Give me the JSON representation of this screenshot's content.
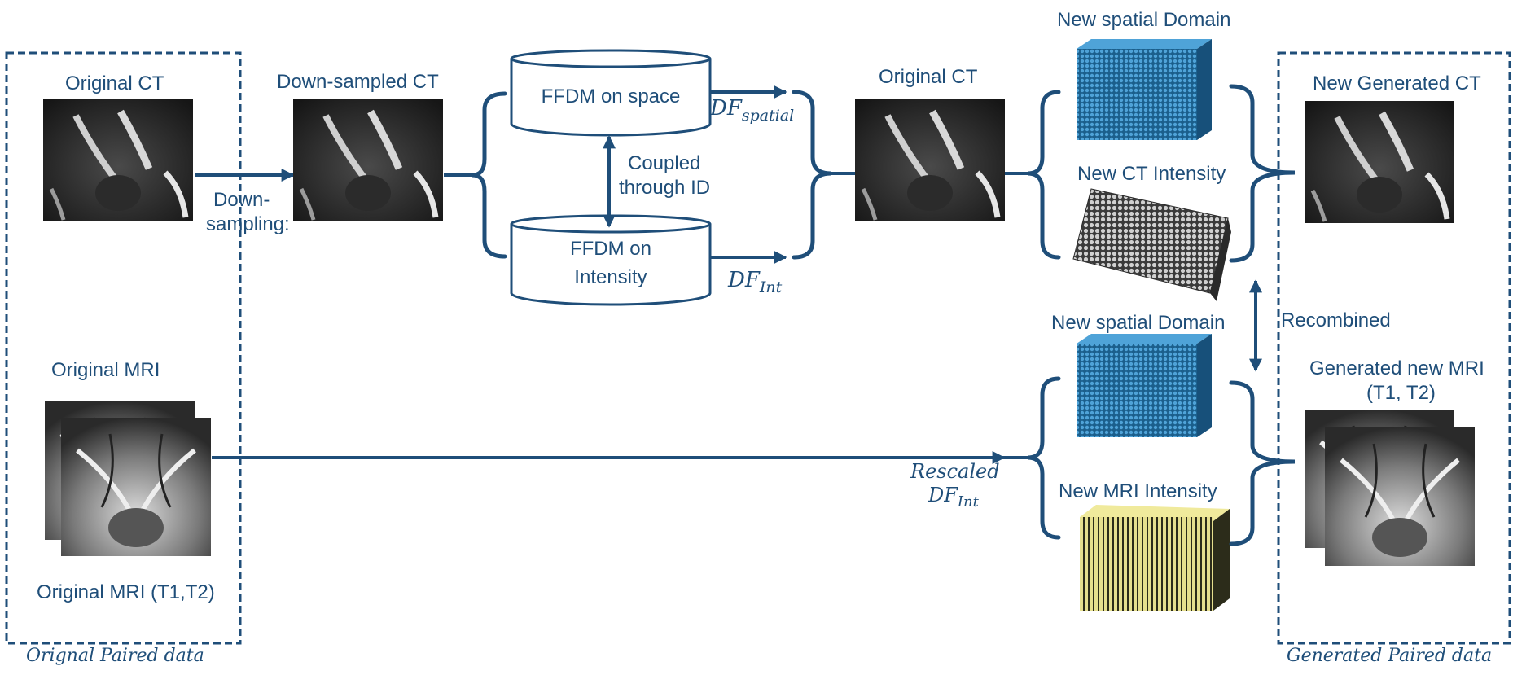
{
  "left_panel": {
    "caption": "Orignal Paired data",
    "original_ct_label": "Original CT",
    "original_mri_label": "Original MRI",
    "original_mri_t1t2_label": "Original MRI (T1,T2)"
  },
  "downsample": {
    "arrow_label_line1": "Down-",
    "arrow_label_line2": "sampling:",
    "downsampled_ct_label": "Down-sampled CT"
  },
  "ffdm": {
    "space_label": "FFDM on space",
    "intensity_label_line1": "FFDM on",
    "intensity_label_line2": "Intensity",
    "coupled_line1": "Coupled",
    "coupled_line2": "through ID",
    "df_spatial_base": "DF",
    "df_spatial_sub": "spatial",
    "df_int_base": "DF",
    "df_int_sub": "Int"
  },
  "middle": {
    "original_ct_label": "Original CT",
    "rescaled_line1": "Rescaled",
    "rescaled_df_base": "DF",
    "rescaled_df_sub": "Int"
  },
  "domains": {
    "new_spatial_domain_top": "New spatial Domain",
    "new_ct_intensity": "New CT Intensity",
    "new_spatial_domain_bottom": "New spatial Domain",
    "new_mri_intensity": "New MRI Intensity",
    "recombined": "Recombined"
  },
  "right_panel": {
    "caption": "Generated Paired data",
    "new_generated_ct_label": "New Generated CT",
    "generated_mri_line1": "Generated new MRI",
    "generated_mri_line2": "(T1, T2)"
  },
  "colors": {
    "accent": "#1f4e79",
    "spatial_grid": "#2e86c1",
    "ct_grid": "#9a9a9a",
    "mri_grid": "#d9d27a"
  }
}
